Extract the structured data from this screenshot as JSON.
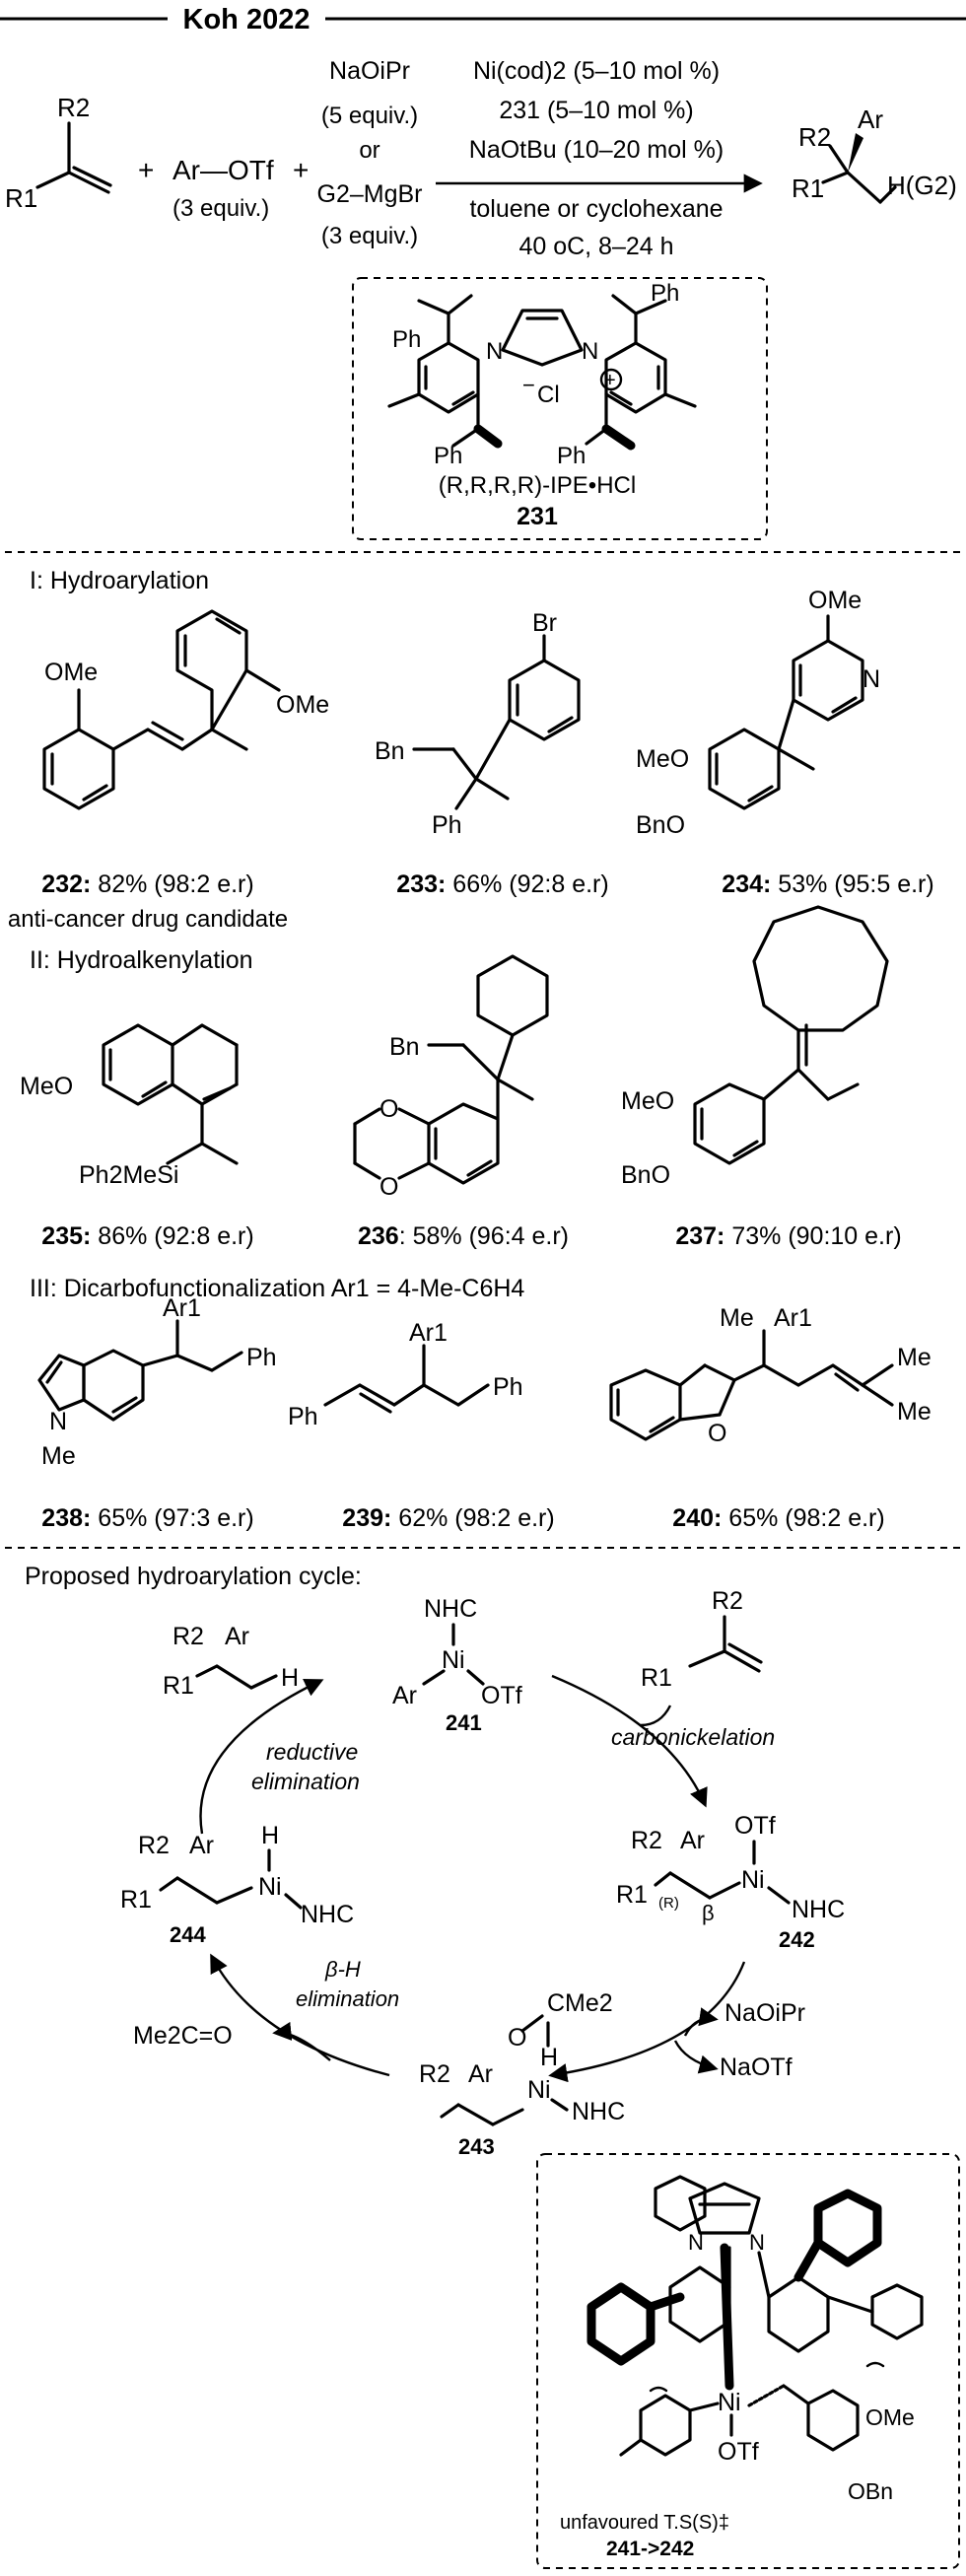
{
  "header": {
    "title": "Koh 2022"
  },
  "reaction": {
    "r2": "R2",
    "r1": "R1",
    "plus1": "+",
    "aryl_triflate": "Ar—OTf",
    "aryl_equiv": "(3 equiv.)",
    "plus2": "+",
    "reagent_a": "NaOiPr",
    "reagent_a_equiv": "(5 equiv.)",
    "or": "or",
    "reagent_b": "G2–MgBr",
    "reagent_b_equiv": "(3 equiv.)",
    "cond_ni": "Ni(cod)2 (5–10 mol %)",
    "cond_ligand": "231 (5–10 mol %)",
    "cond_base": "NaOtBu (10–20 mol %)",
    "cond_solvent": "toluene or cyclohexane",
    "cond_temp": "40 oC, 8–24 h",
    "prod_r2": "R2",
    "prod_ar": "Ar",
    "prod_r1": "R1",
    "prod_h": "H(G2)"
  },
  "ligand": {
    "ph_labels": [
      "Ph",
      "Ph",
      "Ph",
      "Ph"
    ],
    "n_left": "N",
    "n_right": "N",
    "cl": "Cl",
    "minus": "−",
    "plus": "+",
    "name": "(R,R,R,R)-IPE•HCl",
    "number": "231"
  },
  "sections": {
    "hydroarylation": "I: Hydroarylation",
    "hydroalkenylation": "II: Hydroalkenylation",
    "dicarbo": "III: Dicarbofunctionalization  Ar1 = 4-Me-C6H4"
  },
  "compounds": {
    "c232": {
      "num": "232:",
      "res": " 82% (98:2 e.r)",
      "note": "anti-cancer drug candidate",
      "ome1": "OMe",
      "ome2": "OMe"
    },
    "c233": {
      "num": "233:",
      "res": " 66% (92:8 e.r)",
      "br": "Br",
      "bn": "Bn",
      "ph": "Ph"
    },
    "c234": {
      "num": "234:",
      "res": " 53% (95:5 e.r)",
      "ome": "OMe",
      "n": "N",
      "meo": "MeO",
      "bno": "BnO"
    },
    "c235": {
      "num": "235:",
      "res": " 86% (92:8 e.r)",
      "meo": "MeO",
      "si": "Ph2MeSi"
    },
    "c236": {
      "num": "236",
      "res": ": 58% (96:4 e.r)",
      "bn": "Bn",
      "o1": "O",
      "o2": "O"
    },
    "c237": {
      "num": "237:",
      "res": " 73% (90:10 e.r)",
      "meo": "MeO",
      "bno": "BnO"
    },
    "c238": {
      "num": "238:",
      "res": " 65% (97:3 e.r)",
      "ar": "Ar1",
      "ph": "Ph",
      "n": "N",
      "me": "Me"
    },
    "c239": {
      "num": "239:",
      "res": " 62% (98:2 e.r)",
      "ar": "Ar1",
      "ph1": "Ph",
      "ph2": "Ph"
    },
    "c240": {
      "num": "240:",
      "res": " 65% (98:2 e.r)",
      "me": "Me",
      "ar": "Ar1",
      "me2": "Me",
      "me3": "Me",
      "o": "O"
    }
  },
  "cycle": {
    "title": "Proposed hydroarylation cycle:",
    "s241": {
      "nhc": "NHC",
      "ni": "Ni",
      "ar": "Ar",
      "otf": "OTf",
      "num": "241"
    },
    "s242": {
      "r2": "R2",
      "ar": "Ar",
      "otf": "OTf",
      "ni": "Ni",
      "nhc": "NHC",
      "r1": "R1",
      "r": "(R)",
      "beta": "β",
      "num": "242"
    },
    "s243": {
      "r2": "R2",
      "ar": "Ar",
      "o": "O",
      "cme2": "CMe2",
      "h": "H",
      "ni": "Ni",
      "nhc": "NHC",
      "num": "243"
    },
    "s244": {
      "r2": "R2",
      "ar": "Ar",
      "h": "H",
      "ni": "Ni",
      "nhc": "NHC",
      "r1": "R1",
      "num": "244"
    },
    "top_prod": {
      "r2": "R2",
      "ar": "Ar",
      "r1": "R1",
      "h": "H"
    },
    "alkene": {
      "r2": "R2",
      "r1": "R1"
    },
    "carbonickelation": "carbonickelation",
    "reductive": "reductive",
    "elimination": "elimination",
    "beta_h": "β-H",
    "beta_elim": "elimination",
    "naoipr": "NaOiPr",
    "naotf": "NaOTf",
    "acetone": "Me2C=O"
  },
  "ts": {
    "ni": "Ni",
    "otf": "OTf",
    "ome": "OMe",
    "obn": "OBn",
    "n1": "N",
    "n2": "N",
    "label": "unfavoured T.S(S)‡",
    "step": "241->242"
  }
}
